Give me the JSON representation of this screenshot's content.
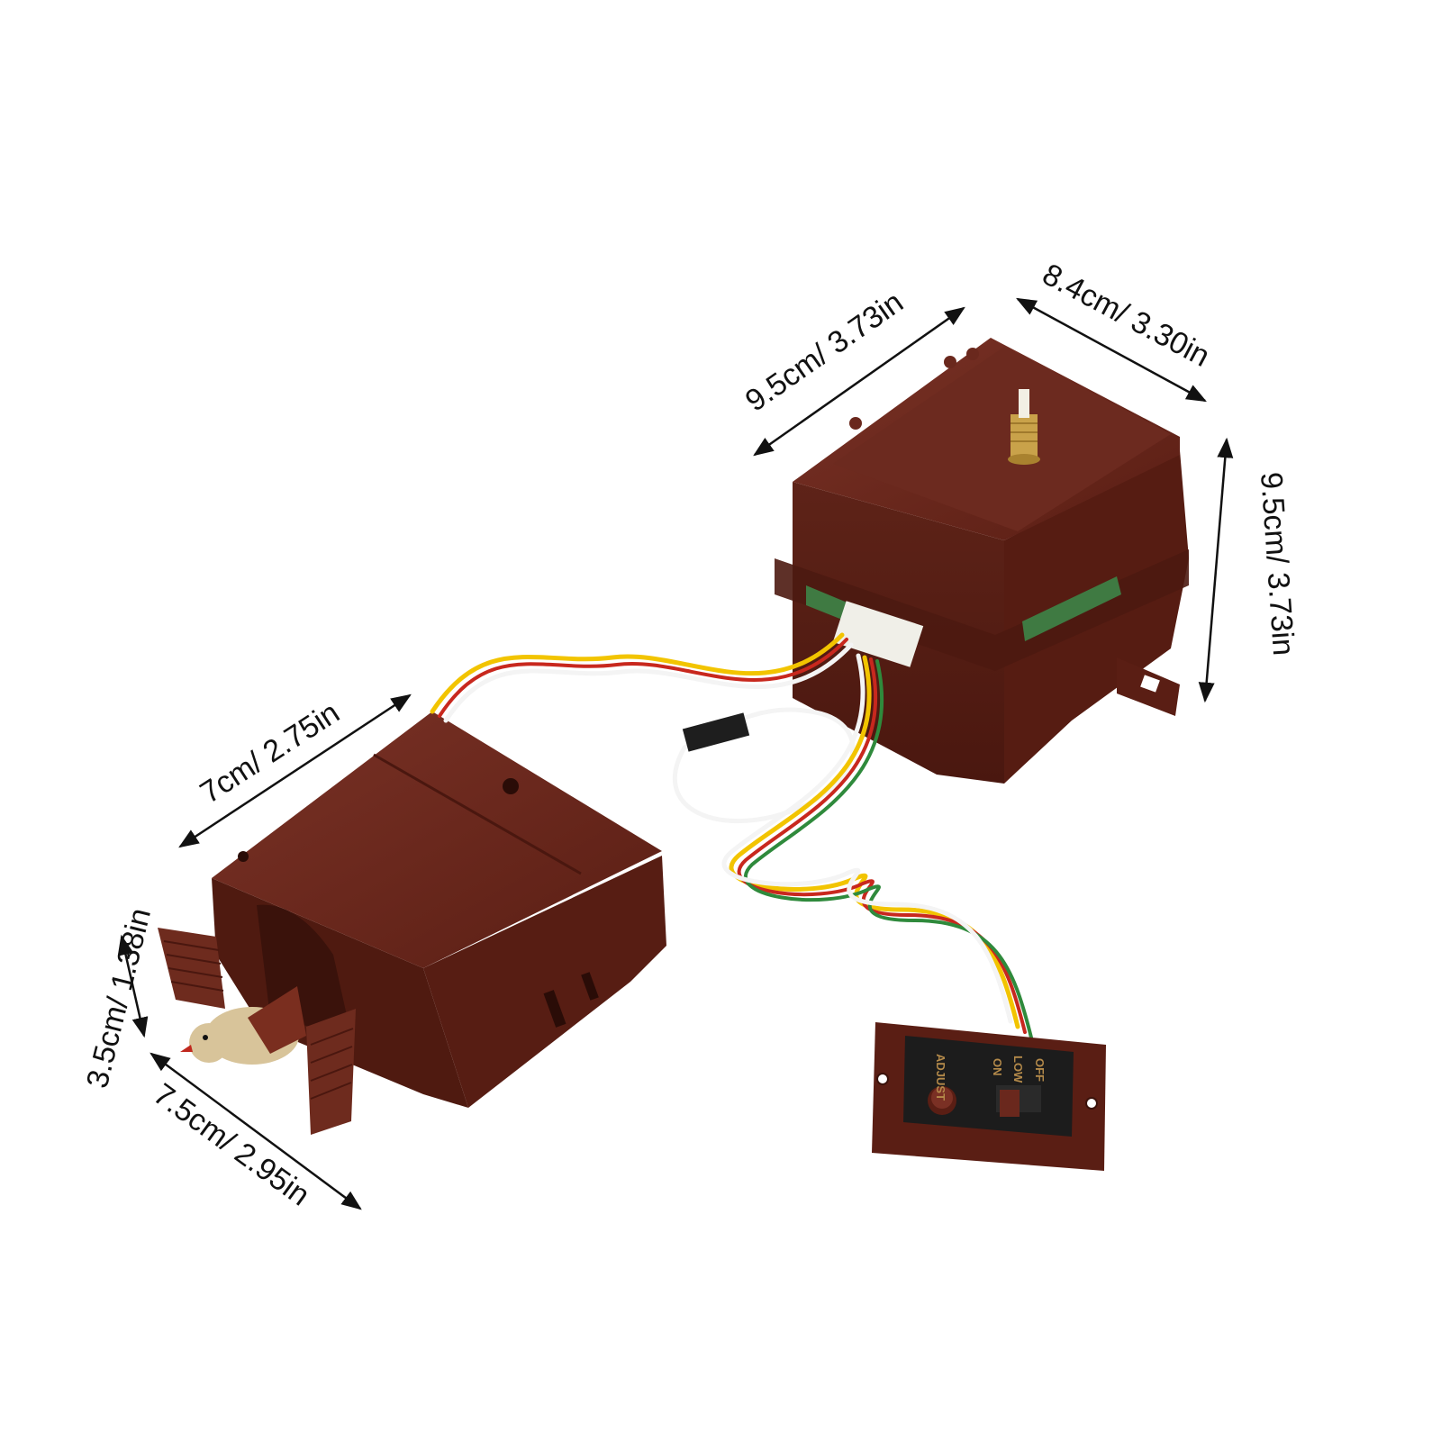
{
  "dimensions": {
    "movement_width": "9.5cm/ 3.73in",
    "movement_depth": "8.4cm/ 3.30in",
    "movement_height": "9.5cm/ 3.73in",
    "cuckoo_width": "7cm/ 2.75in",
    "cuckoo_height": "3.5cm/ 1.38in",
    "cuckoo_depth": "7.5cm/ 2.95in"
  },
  "switch_panel": {
    "adjust_label": "ADJUST",
    "on_label": "ON",
    "low_label": "LOW",
    "off_label": "OFF"
  },
  "colors": {
    "housing": "#5a1e14",
    "housing_light": "#7a3024",
    "brass": "#c9a24a",
    "panel_face": "#1c1c1c",
    "wire_yellow": "#f2c400",
    "wire_red": "#c8281e",
    "wire_green": "#2f8a3c",
    "wire_white": "#f4f4f4"
  }
}
